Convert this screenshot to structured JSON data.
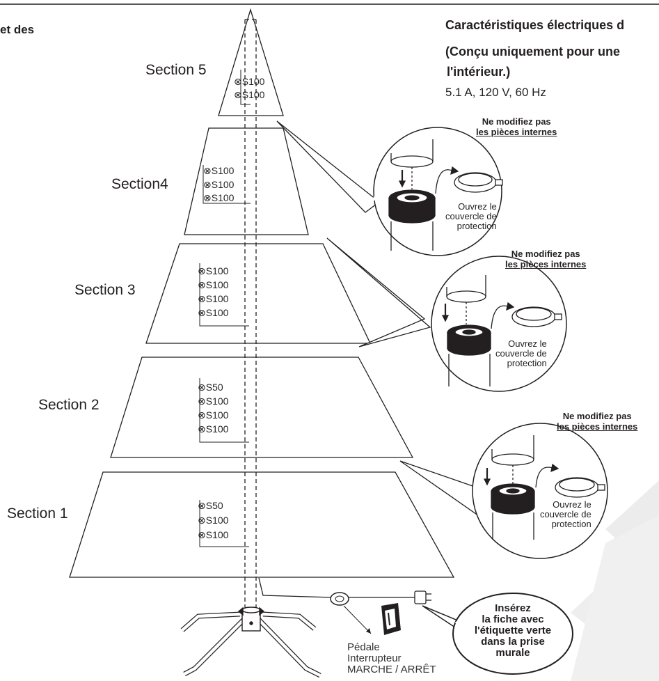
{
  "header_fragment": "et des",
  "specs": {
    "title_line1": "Caractéristiques électriques d",
    "title_line2": "(Conçu uniquement pour une",
    "title_line3": "l'intérieur.)",
    "rating": "5.1 A, 120 V, 60 Hz"
  },
  "sections": [
    {
      "label": "Section 5",
      "bulbs": [
        "S100",
        "S100"
      ]
    },
    {
      "label": "Section4",
      "bulbs": [
        "S100",
        "S100",
        "S100"
      ]
    },
    {
      "label": "Section 3",
      "bulbs": [
        "S100",
        "S100",
        "S100",
        "S100"
      ]
    },
    {
      "label": "Section 2",
      "bulbs": [
        "S50",
        "S100",
        "S100",
        "S100"
      ]
    },
    {
      "label": "Section 1",
      "bulbs": [
        "S50",
        "S100",
        "S100"
      ]
    }
  ],
  "connector_callouts": [
    {
      "warning_line1": "Ne modifiez pas",
      "warning_line2": "les pièces internes",
      "open_line1": "Ouvrez le",
      "open_line2": "couvercle de",
      "open_line3": "protection"
    },
    {
      "warning_line1": "Ne modifiez pas",
      "warning_line2": "les pièces internes",
      "open_line1": "Ouvrez le",
      "open_line2": "couvercle de",
      "open_line3": "protection"
    },
    {
      "warning_line1": "Ne modifiez pas",
      "warning_line2": "les pièces internes",
      "open_line1": "Ouvrez le",
      "open_line2": "couvercle de",
      "open_line3": "protection"
    }
  ],
  "plug_callout": {
    "line1": "Insérez",
    "line2": "la fiche avec",
    "line3": "l'étiquette verte",
    "line4": "dans la prise",
    "line5": "murale"
  },
  "pedal": {
    "line1": "Pédale",
    "line2": "Interrupteur",
    "line3": "MARCHE / ARRÊT"
  },
  "colors": {
    "ink": "#231f20",
    "bg": "#ffffff",
    "watermark": "#ededed"
  },
  "symbols": {
    "bulb": "⊗"
  }
}
